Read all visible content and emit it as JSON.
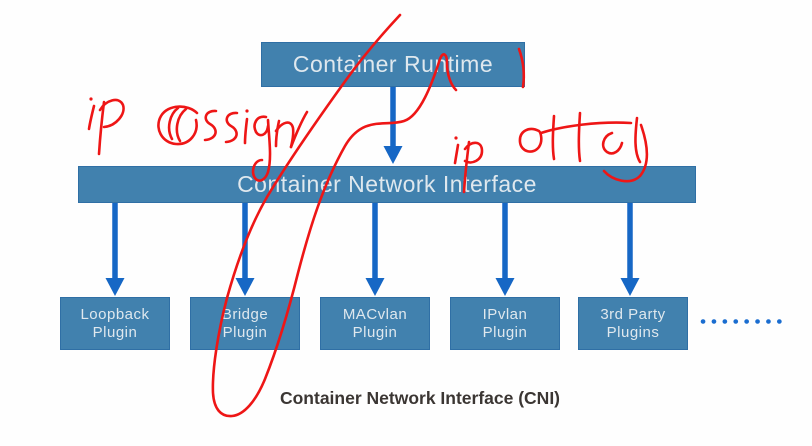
{
  "boxes": {
    "runtime": "Container Runtime",
    "cni": "Container Network Interface"
  },
  "plugins": [
    {
      "label": "Loopback\nPlugin"
    },
    {
      "label": "Bridge\nPlugin"
    },
    {
      "label": "MACvlan\nPlugin"
    },
    {
      "label": "IPvlan\nPlugin"
    },
    {
      "label": "3rd Party\nPlugins"
    }
  ],
  "caption": "Container Network Interface (CNI)",
  "annotations": {
    "ip_assign": {
      "text": "ip assign"
    },
    "ip_attach": {
      "text": "ip attach"
    },
    "loop": {
      "text": "hand-drawn red loop circling Bridge Plugin up through Container Runtime"
    }
  },
  "colors": {
    "background": "#fefefe",
    "box_fill": "#4181ae",
    "box_border": "#2f6fa5",
    "box_text": "#dfe8ee",
    "arrow_blue": "#1667c5",
    "dots_blue": "#1a6dd0",
    "ink_red": "#ee1616",
    "caption_text": "#3b3633"
  }
}
